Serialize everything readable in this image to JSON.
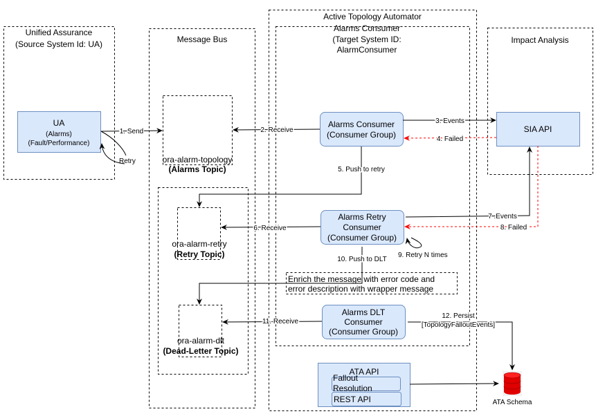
{
  "unified_assurance": {
    "title_line1": "Unified Assurance",
    "title_line2": "(Source System Id: UA)",
    "ua_box": {
      "title": "UA",
      "line2": "(Alarms)",
      "line3": "(Fault/Performance)"
    }
  },
  "message_bus": {
    "title": "Message Bus",
    "alarms_topic": {
      "name": "ora-alarm-topology",
      "type": "(Alarms Topic)"
    },
    "retry_topic": {
      "name": "ora-alarm-retry",
      "type": "(Retry Topic)"
    },
    "dlt_topic": {
      "name": "ora-alarm-dlt",
      "type": "(Dead-Letter Topic)"
    }
  },
  "ata": {
    "title": "Active Topology Automator",
    "alarms_consumer_container": {
      "line1": "Alarms Consumer",
      "line2": "(Target System ID:",
      "line3": "AlarmConsumer"
    },
    "alarms_consumer": {
      "line1": "Alarms Consumer",
      "line2": "(Consumer Group)"
    },
    "retry_consumer": {
      "line1": "Alarms Retry",
      "line2": "Consumer",
      "line3": "(Consumer Group)"
    },
    "dlt_consumer": {
      "line1": "Alarms DLT",
      "line2": "Consumer",
      "line3": "(Consumer Group)"
    },
    "enrich_note": {
      "line1": "Enrich the message with error code and",
      "line2": "error description with wrapper message"
    },
    "ata_api": {
      "title": "ATA API",
      "item1_line1": "Fallout",
      "item1_line2": "Resolution",
      "item2": "REST API"
    }
  },
  "impact_analysis": {
    "title": "Impact Analysis",
    "sia_api": "SIA API"
  },
  "database": {
    "label": "ATA Schema"
  },
  "edges": {
    "send": "1. Send",
    "retry": "Retry",
    "receive2": "2. Receive",
    "events3": "3. Events",
    "failed4": "4. Failed",
    "push_retry5": "5. Push to retry",
    "receive6": "6. Receive",
    "events7": "7 .Events",
    "failed8": "8. Failed",
    "retry9": "9. Retry N times",
    "push_dlt10": "10. Push to DLT",
    "receive11": "11. Receive",
    "persist12_line1": "12. Persist",
    "persist12_line2": "[TopologyFalloutEvents]"
  },
  "colors": {
    "box_fill": "#dae8fc",
    "box_stroke": "#6c8ebf",
    "failed_edge": "#ff0000",
    "db": "#e00000"
  }
}
